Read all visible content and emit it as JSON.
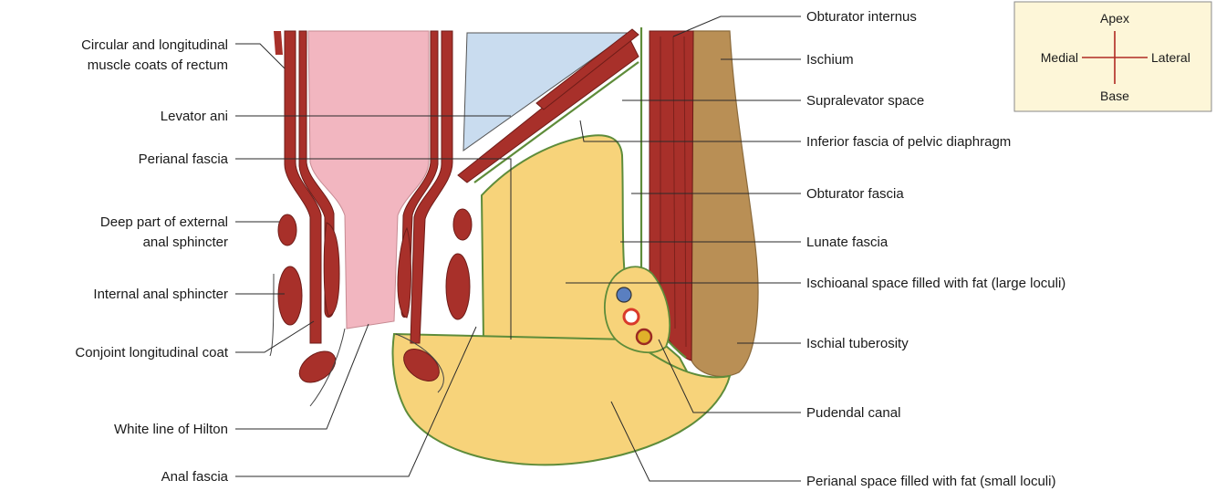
{
  "labels_left": {
    "circular_longitudinal_1": "Circular and longitudinal",
    "circular_longitudinal_2": "muscle coats of rectum",
    "levator_ani": "Levator ani",
    "perianal_fascia": "Perianal fascia",
    "deep_external_1": "Deep part of external",
    "deep_external_2": "anal sphincter",
    "internal_anal_sphincter": "Internal anal sphincter",
    "conjoint_longitudinal_coat": "Conjoint longitudinal coat",
    "white_line_hilton": "White line of Hilton",
    "anal_fascia": "Anal fascia"
  },
  "labels_right": {
    "obturator_internus": "Obturator internus",
    "ischium": "Ischium",
    "supralevator_space": "Supralevator space",
    "inferior_fascia": "Inferior fascia of pelvic diaphragm",
    "obturator_fascia": "Obturator fascia",
    "lunate_fascia": "Lunate fascia",
    "ischioanal_space": "Ischioanal space filled with fat (large loculi)",
    "ischial_tuberosity": "Ischial tuberosity",
    "pudendal_canal": "Pudendal canal",
    "perianal_space": "Perianal space filled with fat (small loculi)"
  },
  "orientation": {
    "apex": "Apex",
    "medial": "Medial",
    "lateral": "Lateral",
    "base": "Base"
  },
  "colors": {
    "muscle": "#a8302a",
    "rectal_lumen": "#f2b6c0",
    "fat": "#f7d37a",
    "bone": "#b98f55",
    "fascia": "#5e8c3a",
    "pelvic_space": "#c9dcef",
    "key_box": "#fdf6d8",
    "vein": "#5a7fc0",
    "artery": "#d93a2b",
    "nerve": "#e0b12a"
  }
}
